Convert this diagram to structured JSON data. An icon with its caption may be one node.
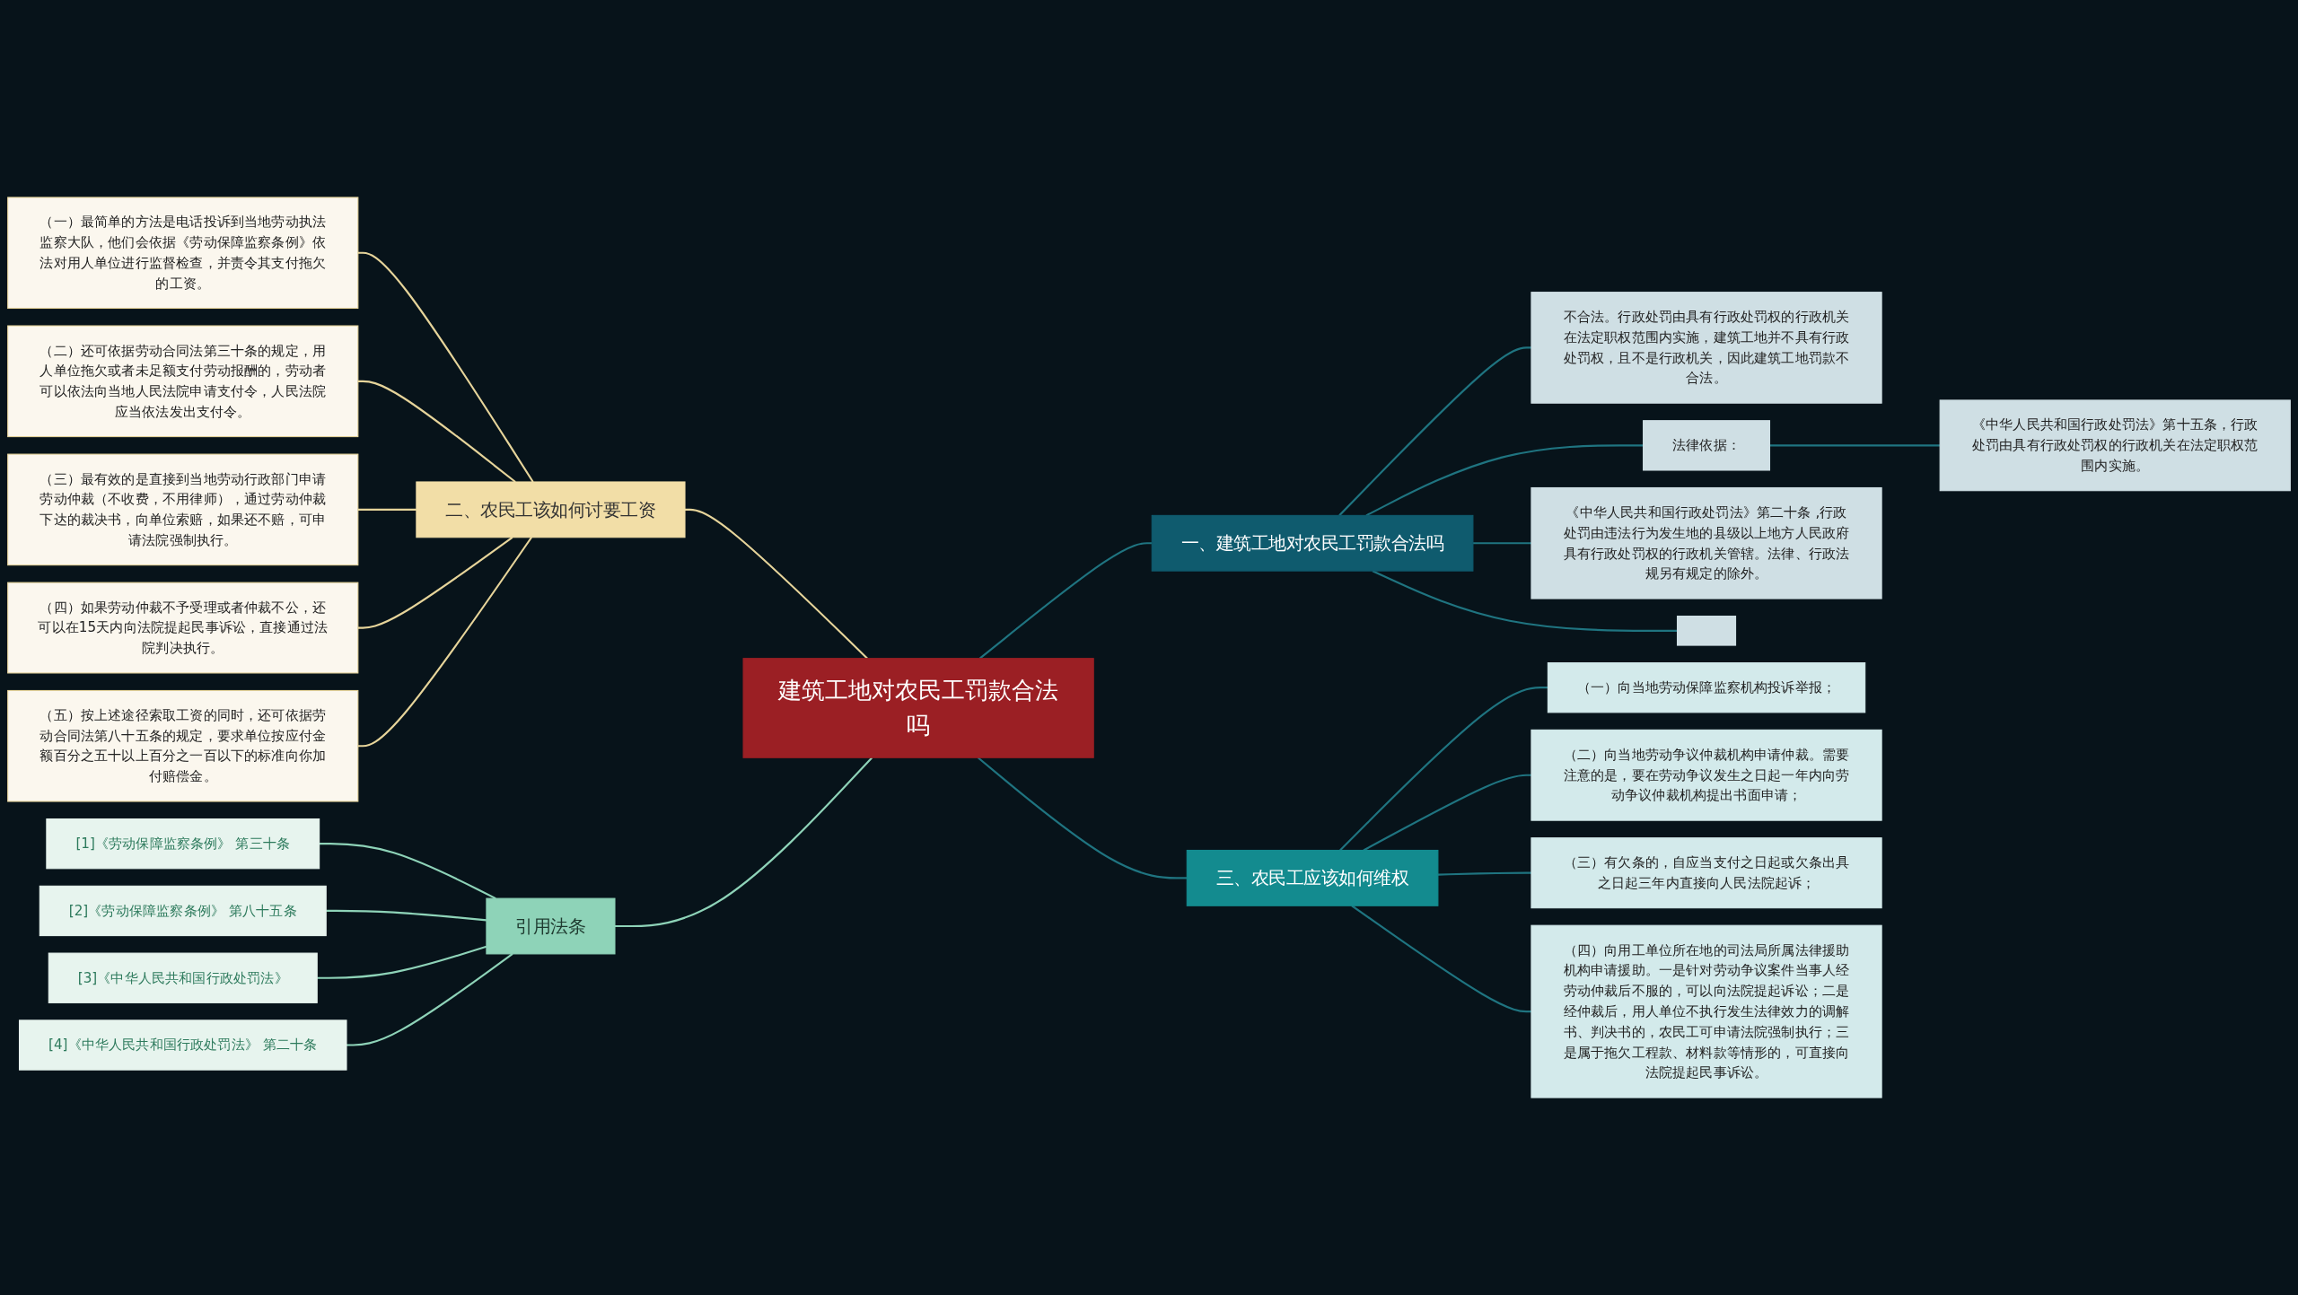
{
  "diagram": {
    "nodes": [
      {
        "text": [
          "建筑工地对农民工罚款合法吗"
        ]
      },
      {
        "text": [
          "二、农民工该如何讨要工资"
        ]
      },
      {
        "text": [
          "（一）最简单的方法是电话投诉到当地劳动执法监察大队，他们会依据《劳动保障监察条例》依法对用人单位进行监督检查，并责令其支付拖欠的工资。"
        ]
      },
      {
        "text": [
          "（二）还可依据劳动合同法第三十条的规定，用人单位拖欠或者未足额支付劳动报酬的，劳动者可以依法向当地人民法院申请支付令，人民法院应当依法发出支付令。"
        ]
      },
      {
        "text": [
          "（三）最有效的是直接到当地劳动行政部门申请劳动仲裁（不收费，不用律师），通过劳动仲裁下达的裁决书，向单位索赔，如果还不赔，可申请法院强制执行。"
        ]
      },
      {
        "text": [
          "（四）如果劳动仲裁不予受理或者仲裁不公，还可以在15天内向法院提起民事诉讼，直接通过法院判决执行。"
        ]
      },
      {
        "text": [
          "（五）按上述途径索取工资的同时，还可依据劳动合同法第八十五条的规定，要求单位按应付金额百分之五十以上百分之一百以下的标准向你加付赔偿金。"
        ]
      },
      {
        "text": [
          "引用法条"
        ]
      },
      {
        "text": [
          "[1]《劳动保障监察条例》 第三十条"
        ]
      },
      {
        "text": [
          "[2]《劳动保障监察条例》 第八十五条"
        ]
      },
      {
        "text": [
          "[3]《中华人民共和国行政处罚法》"
        ]
      },
      {
        "text": [
          "[4]《中华人民共和国行政处罚法》 第二十条"
        ]
      },
      {
        "text": [
          "一、建筑工地对农民工罚款合法吗"
        ]
      },
      {
        "text": [
          "不合法。行政处罚由具有行政处罚权的行政机关在法定职权范围内实施，建筑工地并不具有行政处罚权，且不是行政机关，因此建筑工地罚款不合法。"
        ]
      },
      {
        "text": [
          "法律依据："
        ]
      },
      {
        "text": [
          "《中华人民共和国行政处罚法》第十五条，行政处罚由具有行政处罚权的行政机关在法定职权范围内实施。"
        ]
      },
      {
        "text": [
          "《中华人民共和国行政处罚法》第二十条 ,行政处罚由违法行为发生地的县级以上地方人民政府具有行政处罚权的行政机关管辖。法律、行政法规另有规定的除外。"
        ]
      },
      {
        "text": [],
        "shape": "box"
      },
      {
        "text": [
          "三、农民工应该如何维权"
        ]
      },
      {
        "text": [
          "（一）向当地劳动保障监察机构投诉举报；"
        ]
      },
      {
        "text": [
          "（二）向当地劳动争议仲裁机构申请仲裁。需要注意的是，要在劳动争议发生之日起一年内向劳动争议仲裁机构提出书面申请；"
        ]
      },
      {
        "text": [
          "（三）有欠条的，自应当支付之日起或欠条出具之日起三年内直接向人民法院起诉；"
        ]
      },
      {
        "text": [
          "（四）向用工单位所在地的司法局所属法律援助机构申请援助。一是针对劳动争议案件当事人经劳动仲裁后不服的，可以向法院提起诉讼；二是经仲裁后，用人单位不执行发生法律效力的调解书、判决书的，农民工可申请法院强制执行；三是属于拖欠工程款、材料款等情形的，可直接向法院提起民事诉讼。"
        ]
      }
    ],
    "edges": [
      {
        "from": 0,
        "to": 1,
        "arrow": "none",
        "color": "#e6d49a"
      },
      {
        "from": 1,
        "to": 2,
        "arrow": "none",
        "color": "#e6d49a"
      },
      {
        "from": 1,
        "to": 3,
        "arrow": "none",
        "color": "#e6d49a"
      },
      {
        "from": 1,
        "to": 4,
        "arrow": "none",
        "color": "#e6d49a"
      },
      {
        "from": 1,
        "to": 5,
        "arrow": "none",
        "color": "#e6d49a"
      },
      {
        "from": 1,
        "to": 6,
        "arrow": "none",
        "color": "#e6d49a"
      },
      {
        "from": 0,
        "to": 7,
        "arrow": "none",
        "color": "#8ed3b8"
      },
      {
        "from": 7,
        "to": 8,
        "arrow": "none",
        "color": "#8ed3b8"
      },
      {
        "from": 7,
        "to": 9,
        "arrow": "none",
        "color": "#8ed3b8"
      },
      {
        "from": 7,
        "to": 10,
        "arrow": "none",
        "color": "#8ed3b8"
      },
      {
        "from": 7,
        "to": 11,
        "arrow": "none",
        "color": "#8ed3b8"
      },
      {
        "from": 0,
        "to": 12,
        "arrow": "none"
      },
      {
        "from": 12,
        "to": 13,
        "arrow": "none"
      },
      {
        "from": 12,
        "to": 14,
        "arrow": "none"
      },
      {
        "from": 14,
        "to": 15,
        "arrow": "none"
      },
      {
        "from": 12,
        "to": 16,
        "arrow": "none"
      },
      {
        "from": 12,
        "to": 17,
        "arrow": "none"
      },
      {
        "from": 0,
        "to": 18,
        "arrow": "none"
      },
      {
        "from": 18,
        "to": 19,
        "arrow": "none"
      },
      {
        "from": 18,
        "to": 20,
        "arrow": "none"
      },
      {
        "from": 18,
        "to": 21,
        "arrow": "none"
      },
      {
        "from": 18,
        "to": 22,
        "arrow": "none"
      }
    ]
  }
}
